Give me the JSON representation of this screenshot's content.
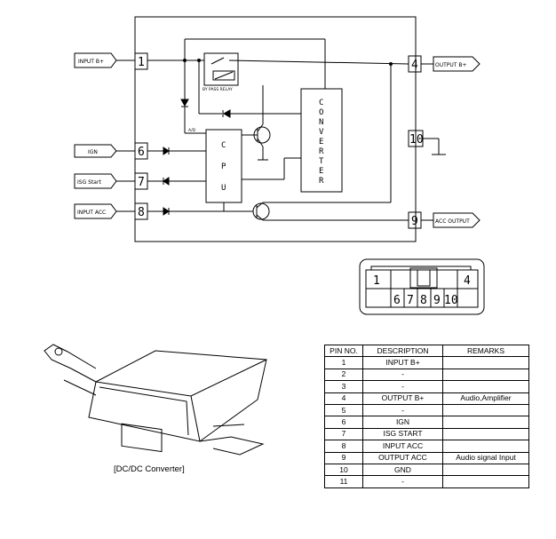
{
  "schematic": {
    "ext_labels": {
      "input_b": "INPUT B+",
      "ign": "IGN",
      "isg_start": "ISG Start",
      "input_acc": "INPUT ACC",
      "output_b": "OUTPUT B+",
      "acc_output": "ACC OUTPUT"
    },
    "pins": [
      "1",
      "4",
      "6",
      "7",
      "8",
      "9",
      "10"
    ],
    "cpu_letters": [
      "C",
      "P",
      "U"
    ],
    "converter_letters": [
      "C",
      "O",
      "N",
      "V",
      "E",
      "R",
      "T",
      "E",
      "R"
    ],
    "bypass_relay": "BY PASS RELAY",
    "ad": "A/D"
  },
  "connector": {
    "top_left": "1",
    "top_right": "4",
    "bottom": [
      "6",
      "7",
      "8",
      "9",
      "10"
    ]
  },
  "caption": "[DC/DC Converter]",
  "table": {
    "headers": [
      "PIN NO.",
      "DESCRIPTION",
      "REMARKS"
    ],
    "rows": [
      {
        "pin": "1",
        "desc": "INPUT B+",
        "remarks": ""
      },
      {
        "pin": "2",
        "desc": "-",
        "remarks": ""
      },
      {
        "pin": "3",
        "desc": "-",
        "remarks": ""
      },
      {
        "pin": "4",
        "desc": "OUTPUT B+",
        "remarks": "Audio,Amplifier"
      },
      {
        "pin": "5",
        "desc": "-",
        "remarks": ""
      },
      {
        "pin": "6",
        "desc": "IGN",
        "remarks": ""
      },
      {
        "pin": "7",
        "desc": "ISG START",
        "remarks": ""
      },
      {
        "pin": "8",
        "desc": "INPUT ACC",
        "remarks": ""
      },
      {
        "pin": "9",
        "desc": "OUTPUT ACC",
        "remarks": "Audio signal Input"
      },
      {
        "pin": "10",
        "desc": "GND",
        "remarks": ""
      },
      {
        "pin": "11",
        "desc": "-",
        "remarks": ""
      }
    ]
  }
}
